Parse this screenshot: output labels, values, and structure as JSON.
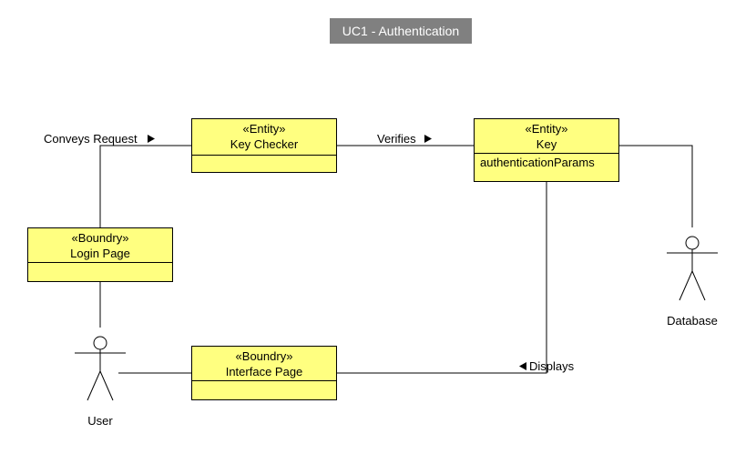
{
  "title": "UC1 - Authentication",
  "colors": {
    "class_fill": "#ffff80",
    "title_bg": "#808080",
    "title_fg": "#ffffff",
    "line": "#000000"
  },
  "classes": {
    "key_checker": {
      "stereotype": "«Entity»",
      "name": "Key Checker",
      "attributes": []
    },
    "key": {
      "stereotype": "«Entity»",
      "name": "Key",
      "attributes": [
        "authenticationParams"
      ]
    },
    "login_page": {
      "stereotype": "«Boundry»",
      "name": "Login Page",
      "attributes": []
    },
    "interface_page": {
      "stereotype": "«Boundry»",
      "name": "Interface Page",
      "attributes": []
    }
  },
  "actors": {
    "user": {
      "name": "User"
    },
    "database": {
      "name": "Database"
    }
  },
  "associations": {
    "conveys_request": "Conveys Request",
    "verifies": "Verifies",
    "displays": "Displays"
  }
}
